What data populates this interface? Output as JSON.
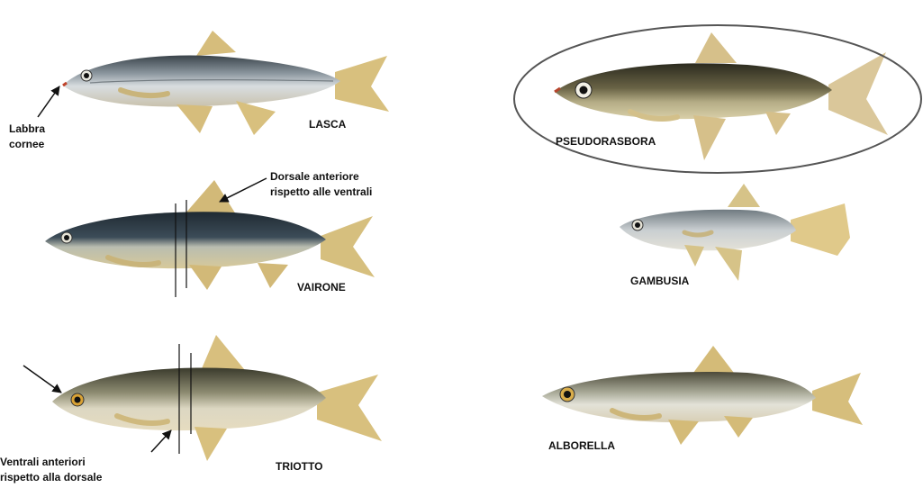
{
  "fish_labels": {
    "lasca": "LASCA",
    "vairone": "VAIRONE",
    "triotto": "TRIOTTO",
    "pseudorasbora": "PSEUDORASBORA",
    "gambusia": "GAMBUSIA",
    "alborella": "ALBORELLA"
  },
  "annotations": {
    "labbra_line1": "Labbra",
    "labbra_line2": "cornee",
    "dorsale_line1": "Dorsale anteriore",
    "dorsale_line2": "rispetto alle ventrali",
    "ventrali_line1": "Ventrali anteriori",
    "ventrali_line2": "rispetto alla dorsale"
  },
  "colors": {
    "fin": "#d9c07e",
    "belly": "#e7e2d2",
    "silver": "#b9c0c6",
    "dark_back": "#2f3a40",
    "olive_back": "#5d5a3c",
    "highlight_outline": "#555555"
  }
}
